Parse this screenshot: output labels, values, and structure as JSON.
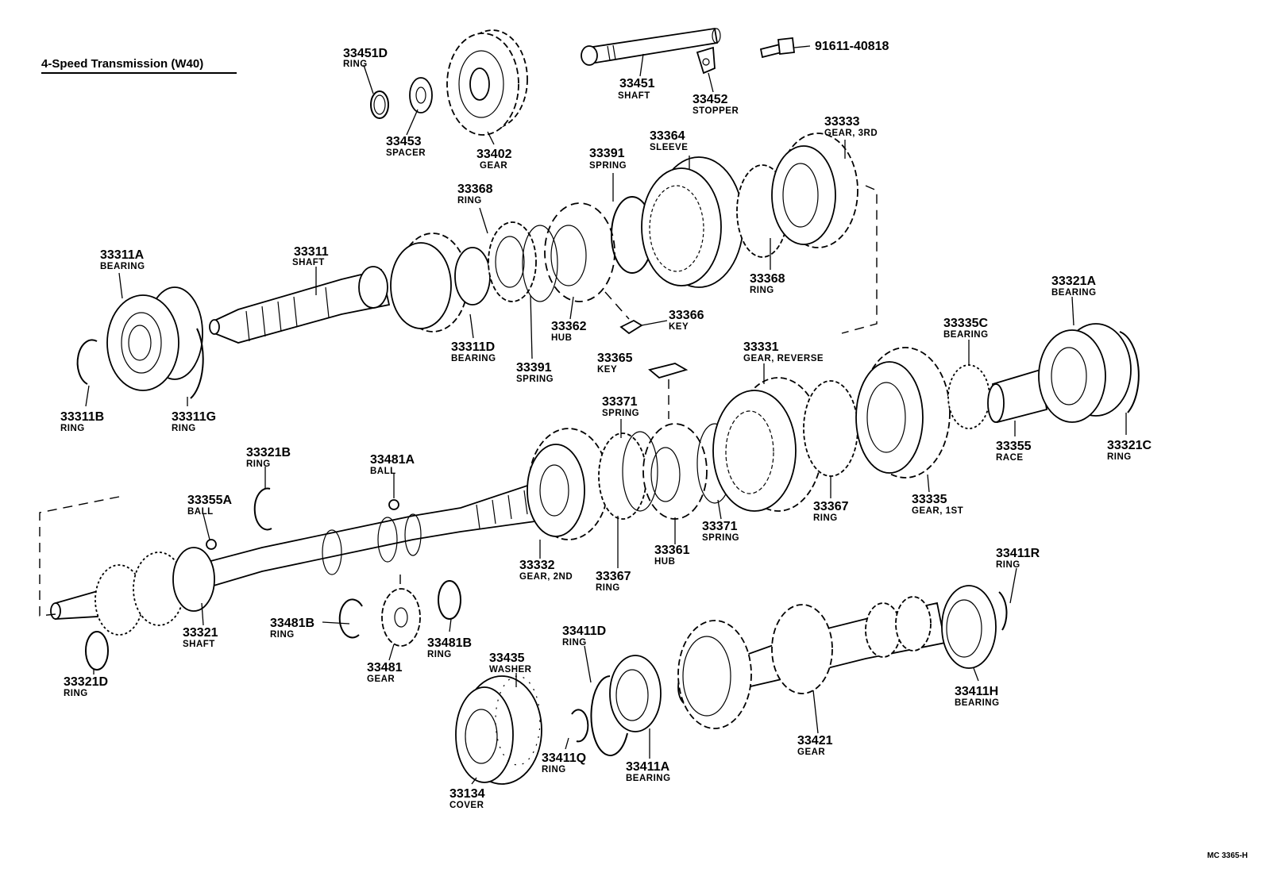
{
  "title": "4-Speed Transmission (W40)",
  "code": "MC 3365-H",
  "parts": [
    {
      "num": "33451D",
      "name": "RING"
    },
    {
      "num": "33453",
      "name": "SPACER"
    },
    {
      "num": "33402",
      "name": "GEAR"
    },
    {
      "num": "33451",
      "name": "SHAFT"
    },
    {
      "num": "33452",
      "name": "STOPPER"
    },
    {
      "num": "91611-40818",
      "name": ""
    },
    {
      "num": "33333",
      "name": "GEAR, 3RD"
    },
    {
      "num": "33364",
      "name": "SLEEVE"
    },
    {
      "num": "33391",
      "name": "SPRING"
    },
    {
      "num": "33368",
      "name": "RING"
    },
    {
      "num": "33311",
      "name": "SHAFT"
    },
    {
      "num": "33311A",
      "name": "BEARING"
    },
    {
      "num": "33368",
      "name": "RING"
    },
    {
      "num": "33366",
      "name": "KEY"
    },
    {
      "num": "33362",
      "name": "HUB"
    },
    {
      "num": "33311D",
      "name": "BEARING"
    },
    {
      "num": "33391",
      "name": "SPRING"
    },
    {
      "num": "33311B",
      "name": "RING"
    },
    {
      "num": "33311G",
      "name": "RING"
    },
    {
      "num": "33321A",
      "name": "BEARING"
    },
    {
      "num": "33335C",
      "name": "BEARING"
    },
    {
      "num": "33331",
      "name": "GEAR, REVERSE"
    },
    {
      "num": "33365",
      "name": "KEY"
    },
    {
      "num": "33371",
      "name": "SPRING"
    },
    {
      "num": "33321C",
      "name": "RING"
    },
    {
      "num": "33355",
      "name": "RACE"
    },
    {
      "num": "33335",
      "name": "GEAR, 1ST"
    },
    {
      "num": "33367",
      "name": "RING"
    },
    {
      "num": "33371",
      "name": "SPRING"
    },
    {
      "num": "33361",
      "name": "HUB"
    },
    {
      "num": "33332",
      "name": "GEAR, 2ND"
    },
    {
      "num": "33367",
      "name": "RING"
    },
    {
      "num": "33321B",
      "name": "RING"
    },
    {
      "num": "33481A",
      "name": "BALL"
    },
    {
      "num": "33355A",
      "name": "BALL"
    },
    {
      "num": "33321",
      "name": "SHAFT"
    },
    {
      "num": "33321D",
      "name": "RING"
    },
    {
      "num": "33481B",
      "name": "RING"
    },
    {
      "num": "33481",
      "name": "GEAR"
    },
    {
      "num": "33481B",
      "name": "RING"
    },
    {
      "num": "33411R",
      "name": "RING"
    },
    {
      "num": "33411D",
      "name": "RING"
    },
    {
      "num": "33435",
      "name": "WASHER"
    },
    {
      "num": "33411H",
      "name": "BEARING"
    },
    {
      "num": "33421",
      "name": "GEAR"
    },
    {
      "num": "33411A",
      "name": "BEARING"
    },
    {
      "num": "33411Q",
      "name": "RING"
    },
    {
      "num": "33134",
      "name": "COVER"
    }
  ]
}
